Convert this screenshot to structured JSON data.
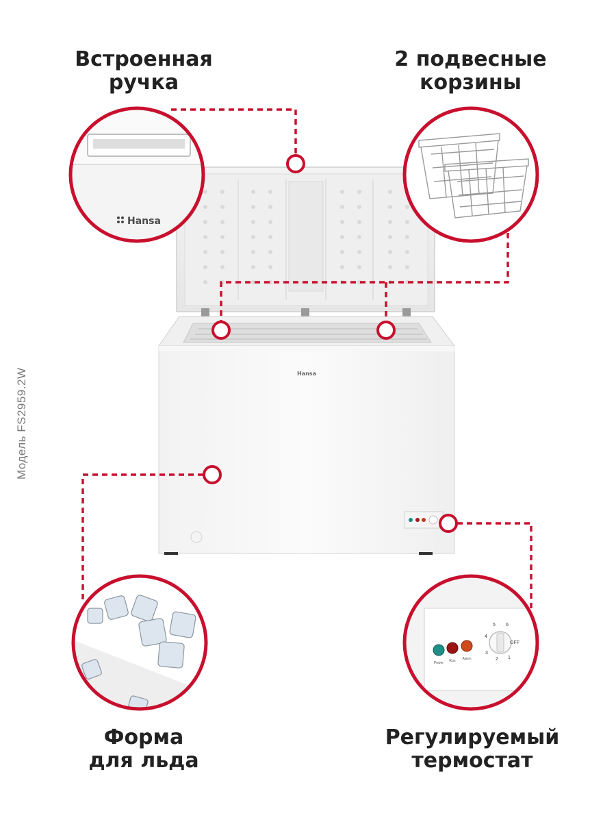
{
  "features": {
    "handle": {
      "line1": "Встроенная",
      "line2": "ручка"
    },
    "baskets": {
      "line1": "2 подвесные",
      "line2": "корзины"
    },
    "ice_tray": {
      "line1": "Форма",
      "line2": "для льда"
    },
    "thermostat": {
      "line1": "Регулируемый",
      "line2": "термостат"
    }
  },
  "model_label": "Модель FS2959.2W",
  "brand": "Hansa",
  "thermostat_panel": {
    "indicators": [
      "Power",
      "Run",
      "Alarm"
    ],
    "dial_marks": [
      "OFF",
      "1",
      "2",
      "3",
      "4",
      "5",
      "6"
    ]
  },
  "colors": {
    "accent": "#c8102e",
    "text": "#222222"
  }
}
